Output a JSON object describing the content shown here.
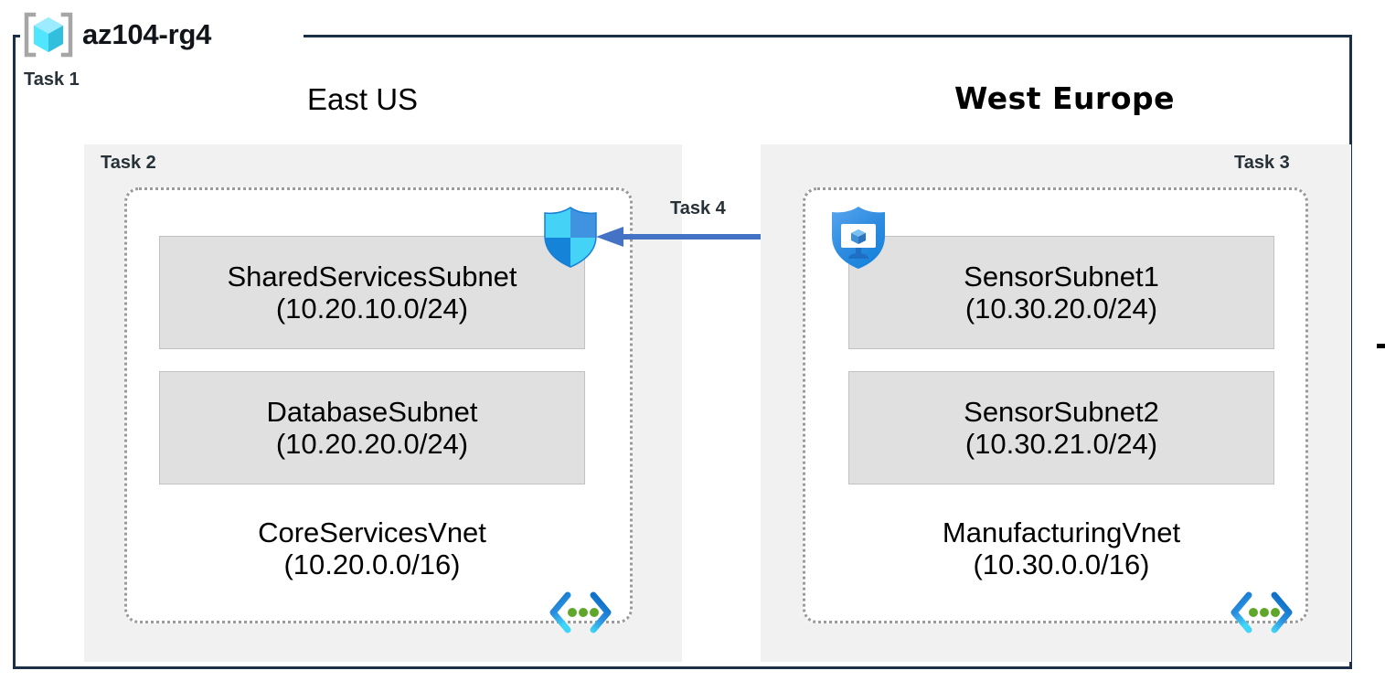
{
  "diagram": {
    "resource_group": {
      "name": "az104-rg4",
      "icon": "resource-group-cube-icon",
      "task_label": "Task 1",
      "border_color": "#1b2f47"
    },
    "regions": [
      {
        "id": "east-us",
        "title": "East US",
        "task_label": "Task 2",
        "vnet": {
          "name": "CoreServicesVnet",
          "cidr": "(10.20.0.0/16)",
          "icon": "virtual-network-icon",
          "subnets": [
            {
              "name": "SharedServicesSubnet",
              "cidr": "(10.20.10.0/24)"
            },
            {
              "name": "DatabaseSubnet",
              "cidr": "(10.20.20.0/24)"
            }
          ]
        },
        "security_icon": "shield-quadrant-icon"
      },
      {
        "id": "west-europe",
        "title": "West Europe",
        "task_label": "Task 3",
        "vnet": {
          "name": "ManufacturingVnet",
          "cidr": "(10.30.0.0/16)",
          "icon": "virtual-network-icon",
          "subnets": [
            {
              "name": "SensorSubnet1",
              "cidr": "(10.30.20.0/24)"
            },
            {
              "name": "SensorSubnet2",
              "cidr": "(10.30.21.0/24)"
            }
          ]
        },
        "security_icon": "shield-monitor-icon"
      }
    ],
    "connection": {
      "task_label": "Task 4",
      "direction": "right-to-left",
      "arrow_color": "#4472c4"
    },
    "colors": {
      "region_background": "#f1f1f1",
      "subnet_background": "#e0e0e0",
      "subnet_border": "#c2c2c2",
      "vnet_border": "#9a9a9a",
      "text": "#000000",
      "task_text": "#263238",
      "azure_blue": "#0078d4",
      "azure_cyan": "#32c8f5",
      "vnet_dot_green": "#5fa72a"
    }
  }
}
